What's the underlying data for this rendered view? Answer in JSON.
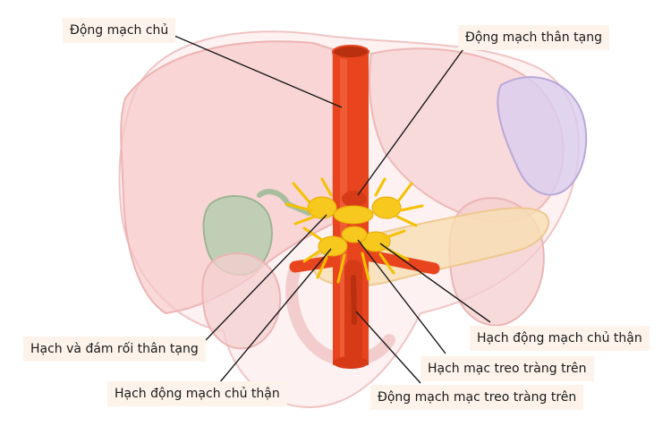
{
  "labels": {
    "aorta": "Động mạch chủ",
    "celiac_trunk": "Động mạch thân tạng",
    "celiac_ganglion_plexus": "Hạch và đám rối thân tạng",
    "aorticorenal_ganglion_right": "Hạch động mạch chủ thận",
    "aorticorenal_ganglion_left": "Hạch động mạch chủ thận",
    "superior_mesenteric_ganglion": "Hạch mạc treo tràng trên",
    "superior_mesenteric_artery": "Động mạch mạc treo tràng trên"
  },
  "colors": {
    "artery": "#e8441e",
    "artery_dark": "#b8300f",
    "ganglion": "#f7c81e",
    "liver": "#f6c9c9",
    "stomach": "#f7d2d2",
    "spleen": "#d9cdef",
    "gallbladder": "#b7ccb0",
    "pancreas": "#f8dfb4",
    "label_bg": "#fdf3ea"
  }
}
